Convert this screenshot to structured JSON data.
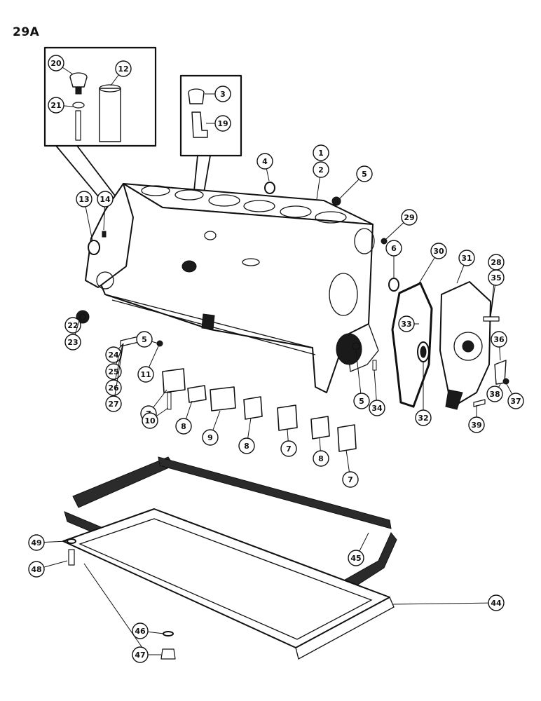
{
  "page_number": "29A",
  "callouts": [
    {
      "label": "1"
    },
    {
      "label": "2"
    },
    {
      "label": "3"
    },
    {
      "label": "4"
    },
    {
      "label": "5"
    },
    {
      "label": "6"
    },
    {
      "label": "7"
    },
    {
      "label": "8"
    },
    {
      "label": "9"
    },
    {
      "label": "10"
    },
    {
      "label": "11"
    },
    {
      "label": "12"
    },
    {
      "label": "13"
    },
    {
      "label": "14"
    },
    {
      "label": "19"
    },
    {
      "label": "20"
    },
    {
      "label": "21"
    },
    {
      "label": "22"
    },
    {
      "label": "23"
    },
    {
      "label": "24"
    },
    {
      "label": "25"
    },
    {
      "label": "26"
    },
    {
      "label": "27"
    },
    {
      "label": "28"
    },
    {
      "label": "29"
    },
    {
      "label": "30"
    },
    {
      "label": "31"
    },
    {
      "label": "32"
    },
    {
      "label": "33"
    },
    {
      "label": "34"
    },
    {
      "label": "35"
    },
    {
      "label": "36"
    },
    {
      "label": "37"
    },
    {
      "label": "38"
    },
    {
      "label": "39"
    },
    {
      "label": "44"
    },
    {
      "label": "45"
    },
    {
      "label": "46"
    },
    {
      "label": "47"
    },
    {
      "label": "48"
    },
    {
      "label": "49"
    }
  ]
}
